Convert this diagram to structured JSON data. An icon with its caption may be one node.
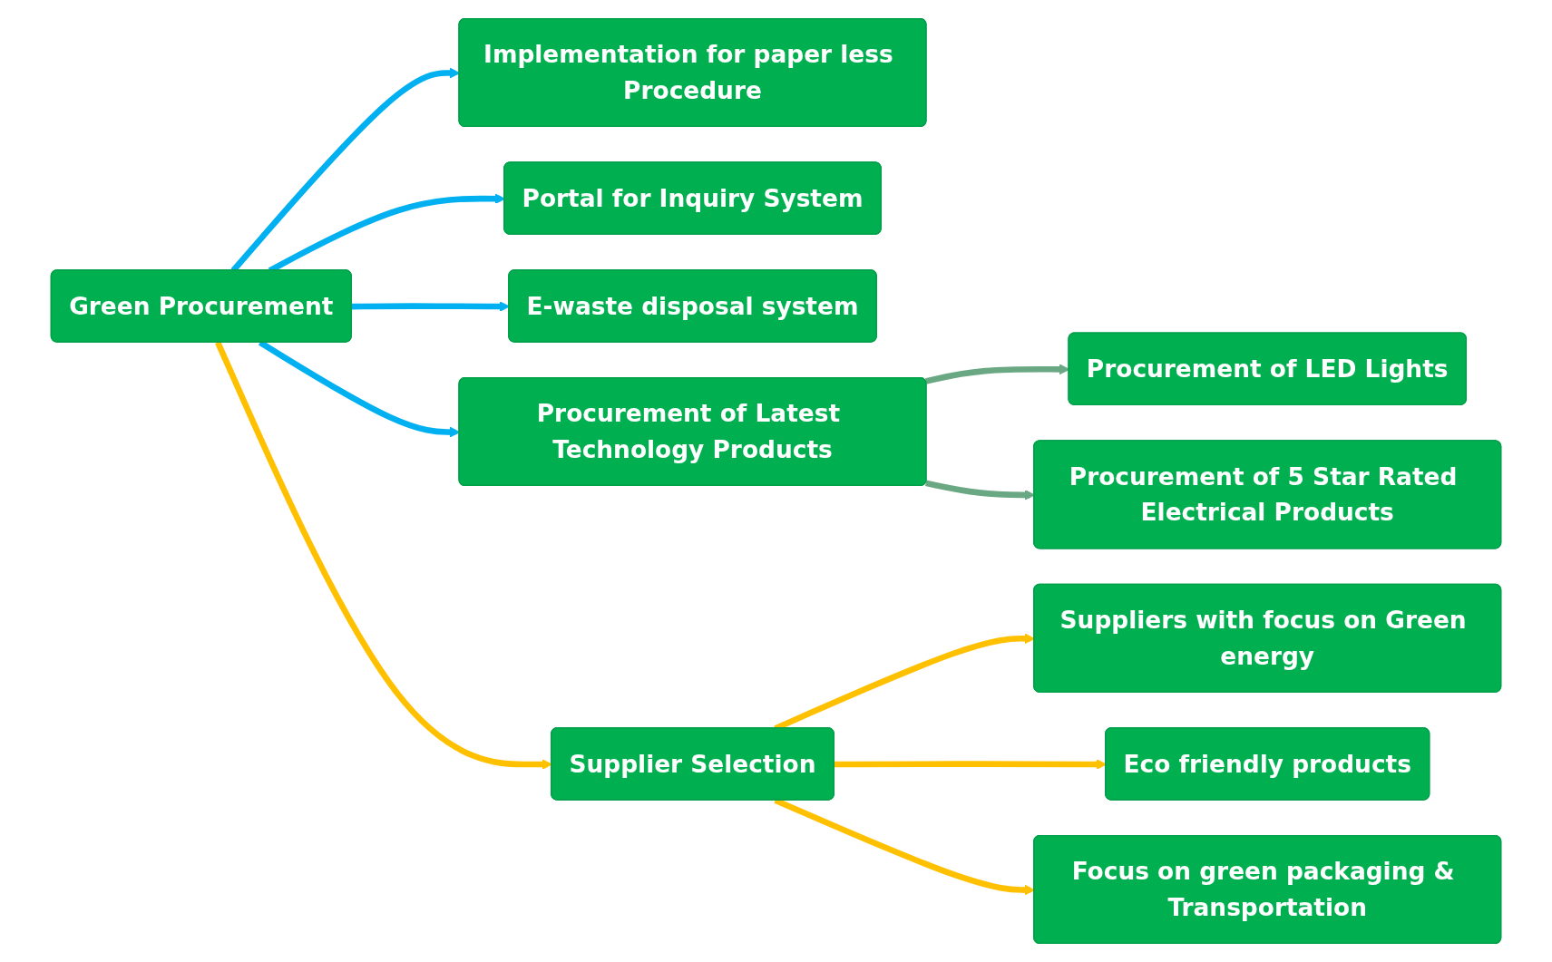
{
  "diagram": {
    "nodes": [
      {
        "text": [
          "Green Procurement"
        ]
      },
      {
        "text": [
          "Implementation for paper less Procedure"
        ]
      },
      {
        "text": [
          "Portal for Inquiry System"
        ]
      },
      {
        "text": [
          "E-waste disposal system"
        ]
      },
      {
        "text": [
          "Procurement of Latest Technology Products"
        ]
      },
      {
        "text": [
          "Supplier Selection"
        ]
      },
      {
        "text": [
          "Procurement of LED Lights"
        ]
      },
      {
        "text": [
          "Procurement of 5 Star Rated Electrical Products"
        ]
      },
      {
        "text": [
          "Suppliers with focus on Green energy"
        ]
      },
      {
        "text": [
          "Eco friendly products"
        ]
      },
      {
        "text": [
          "Focus on green packaging & Transportation"
        ]
      }
    ],
    "edges": [
      {
        "from": 0,
        "to": 1,
        "arrow": "to",
        "color": "#00b0f0"
      },
      {
        "from": 0,
        "to": 2,
        "arrow": "to",
        "color": "#00b0f0"
      },
      {
        "from": 0,
        "to": 3,
        "arrow": "to",
        "color": "#00b0f0"
      },
      {
        "from": 0,
        "to": 4,
        "arrow": "to",
        "color": "#00b0f0"
      },
      {
        "from": 0,
        "to": 5,
        "arrow": "to",
        "color": "#ffc000"
      },
      {
        "from": 4,
        "to": 6,
        "arrow": "to",
        "color": "#6aa884"
      },
      {
        "from": 4,
        "to": 7,
        "arrow": "to",
        "color": "#6aa884"
      },
      {
        "from": 5,
        "to": 8,
        "arrow": "to",
        "color": "#ffc000"
      },
      {
        "from": 5,
        "to": 9,
        "arrow": "to",
        "color": "#ffc000"
      },
      {
        "from": 5,
        "to": 10,
        "arrow": "to",
        "color": "#ffc000"
      }
    ]
  }
}
